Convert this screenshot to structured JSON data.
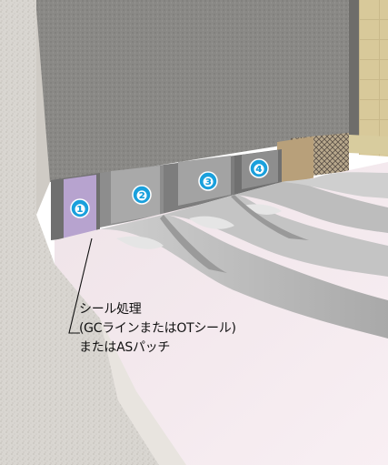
{
  "colors": {
    "badge_fill": "#1aa0dc",
    "badge_text": "#ffffff",
    "seal_band": "#b7a3cf",
    "membrane": "#f3e6ec"
  },
  "badges": [
    "❶",
    "❷",
    "❸",
    "❹"
  ],
  "callout": {
    "line1": "シール処理",
    "line2": "(GCラインまたはOTシール)",
    "line3": "またはASパッチ"
  }
}
